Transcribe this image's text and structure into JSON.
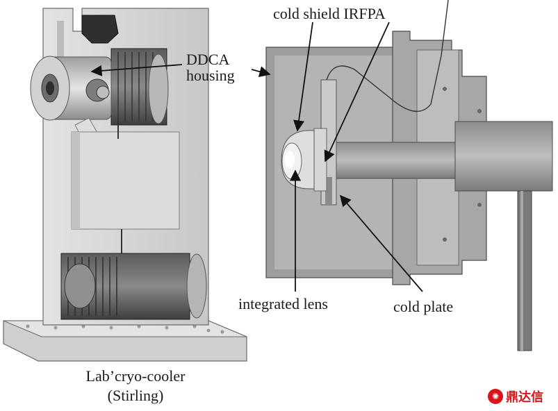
{
  "labels": {
    "ddca_line1": "DDCA",
    "ddca_line2": "housing",
    "cold_shield": "cold shield IRFPA",
    "integrated_lens": "integrated lens",
    "cold_plate": "cold plate"
  },
  "caption": {
    "line1": "Lab’cryo-cooler",
    "line2": "(Stirling)"
  },
  "watermark": {
    "text": "鼎达信"
  },
  "colors": {
    "metal_light": "#d6d6d6",
    "metal_mid": "#a9a9a9",
    "metal_dark": "#4a4a4a",
    "watermark_red": "#d9141b"
  }
}
